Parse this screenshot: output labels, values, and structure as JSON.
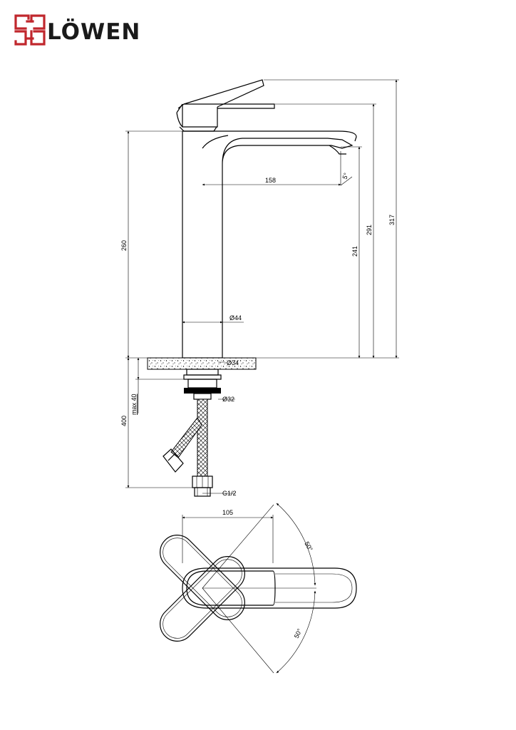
{
  "brand": {
    "name": "LÖWEN",
    "colors": {
      "logo_mark": "#c0272d",
      "wordmark": "#1a1a1a"
    }
  },
  "drawing": {
    "side_view": {
      "dim_overall_height": "317",
      "dim_spout_height": "291",
      "dim_outlet_height": "241",
      "dim_body_height": "260",
      "dim_spout_reach": "158",
      "dim_body_diameter": "Ø44",
      "dim_hole_diameter": "Ø34",
      "dim_max_deck": "max 40",
      "dim_shank_diameter": "Ø32",
      "dim_hose_length": "400",
      "dim_thread": "G1/2",
      "dim_outlet_angle": "5°"
    },
    "top_view": {
      "dim_handle_width": "105",
      "dim_angle_upper": "50°",
      "dim_angle_lower": "50°"
    }
  }
}
